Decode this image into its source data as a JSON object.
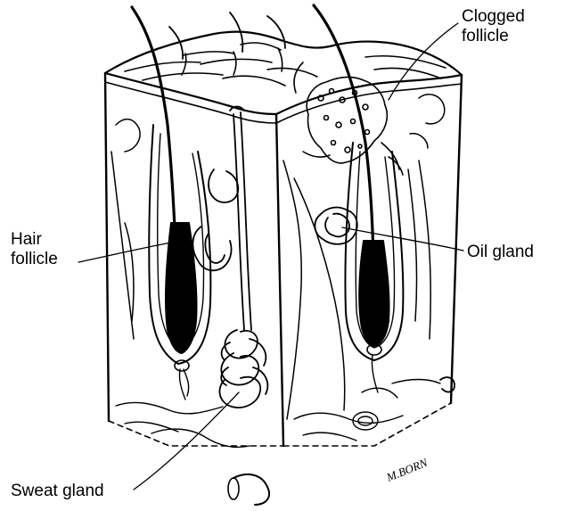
{
  "labels": {
    "clogged_follicle": [
      "Clogged",
      "follicle"
    ],
    "hair_follicle": [
      "Hair",
      "follicle"
    ],
    "oil_gland": "Oil gland",
    "sweat_gland": "Sweat gland"
  },
  "signature": "M.BORN",
  "colors": {
    "ink": "#000000",
    "paper": "#ffffff"
  }
}
